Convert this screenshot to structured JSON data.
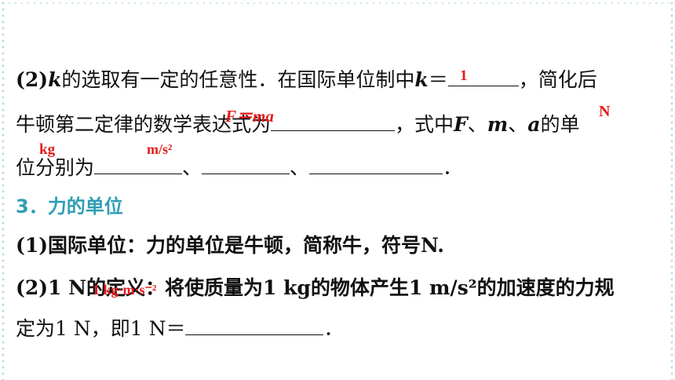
{
  "lines": {
    "l1": {
      "a": "(2)",
      "k1": "k",
      "b": "的选取有一定的任意性．在国际单位制中",
      "k2": "k",
      "eq": "＝",
      "c": "，简化后"
    },
    "l2": {
      "a": "牛顿第二定律的数学表达式为",
      "b": "，式中",
      "F": "F",
      "sep1": "、",
      "m": "m",
      "sep2": "、",
      "a2": "a",
      "c": "的单"
    },
    "l3": {
      "a": "位分别为",
      "sep1": "、",
      "sep2": "、",
      "end": "．"
    },
    "heading": "3．力的单位",
    "l5": {
      "a": "(1)国际单位：力的单位是牛顿，简称牛，符号N."
    },
    "l6": {
      "a": "(2)1 N的定义：将使质量为1 kg的物体产生1 m/s²的加速度的力规"
    },
    "l7": {
      "a": "定为1 N，即1 N＝",
      "end": "．"
    }
  },
  "answers": {
    "k_value": "1",
    "formula": "F＝ma",
    "unit_F": "N",
    "unit_m": "kg",
    "unit_a": "m/s²",
    "newton_def": "1 kg·m·s⁻²"
  },
  "colors": {
    "heading": "#2f9eb5",
    "answer": "#e31b1b",
    "edge": "#b9dfe6"
  }
}
